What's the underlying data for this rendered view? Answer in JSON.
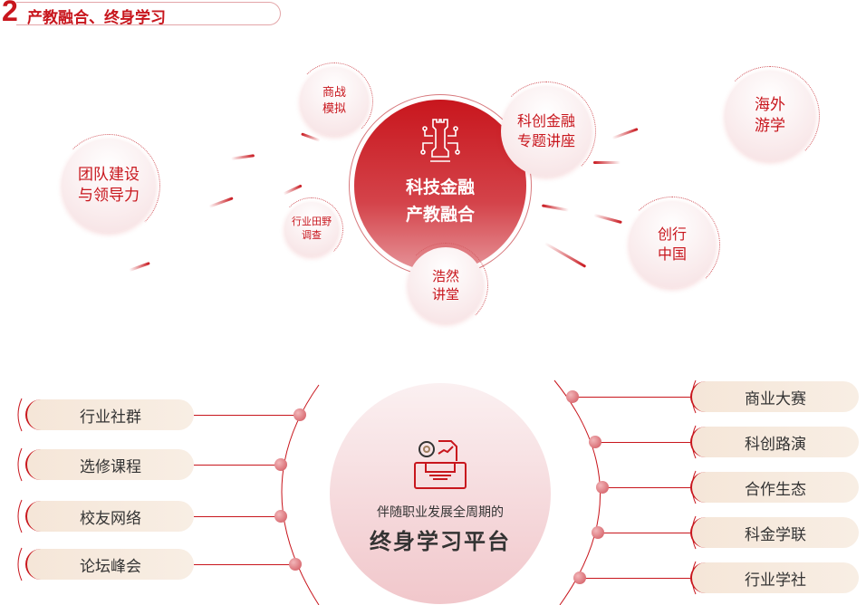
{
  "header": {
    "number": "2",
    "title": "产教融合、终身学习"
  },
  "top": {
    "center": "科技金融\n产教融合",
    "bubbles": [
      "商战\n模拟",
      "团队建设\n与领导力",
      "行业田野\n调查",
      "科创金融\n专题讲座",
      "海外\n游学",
      "创行\n中国",
      "浩然\n讲堂"
    ]
  },
  "bottom": {
    "subtitle": "伴随职业发展全周期的",
    "title": "终身学习平台",
    "left": [
      "行业社群",
      "选修课程",
      "校友网络",
      "论坛峰会"
    ],
    "right": [
      "商业大赛",
      "科创路演",
      "合作生态",
      "科金学联",
      "行业学社"
    ]
  },
  "colors": {
    "brand": "#c8161d"
  }
}
